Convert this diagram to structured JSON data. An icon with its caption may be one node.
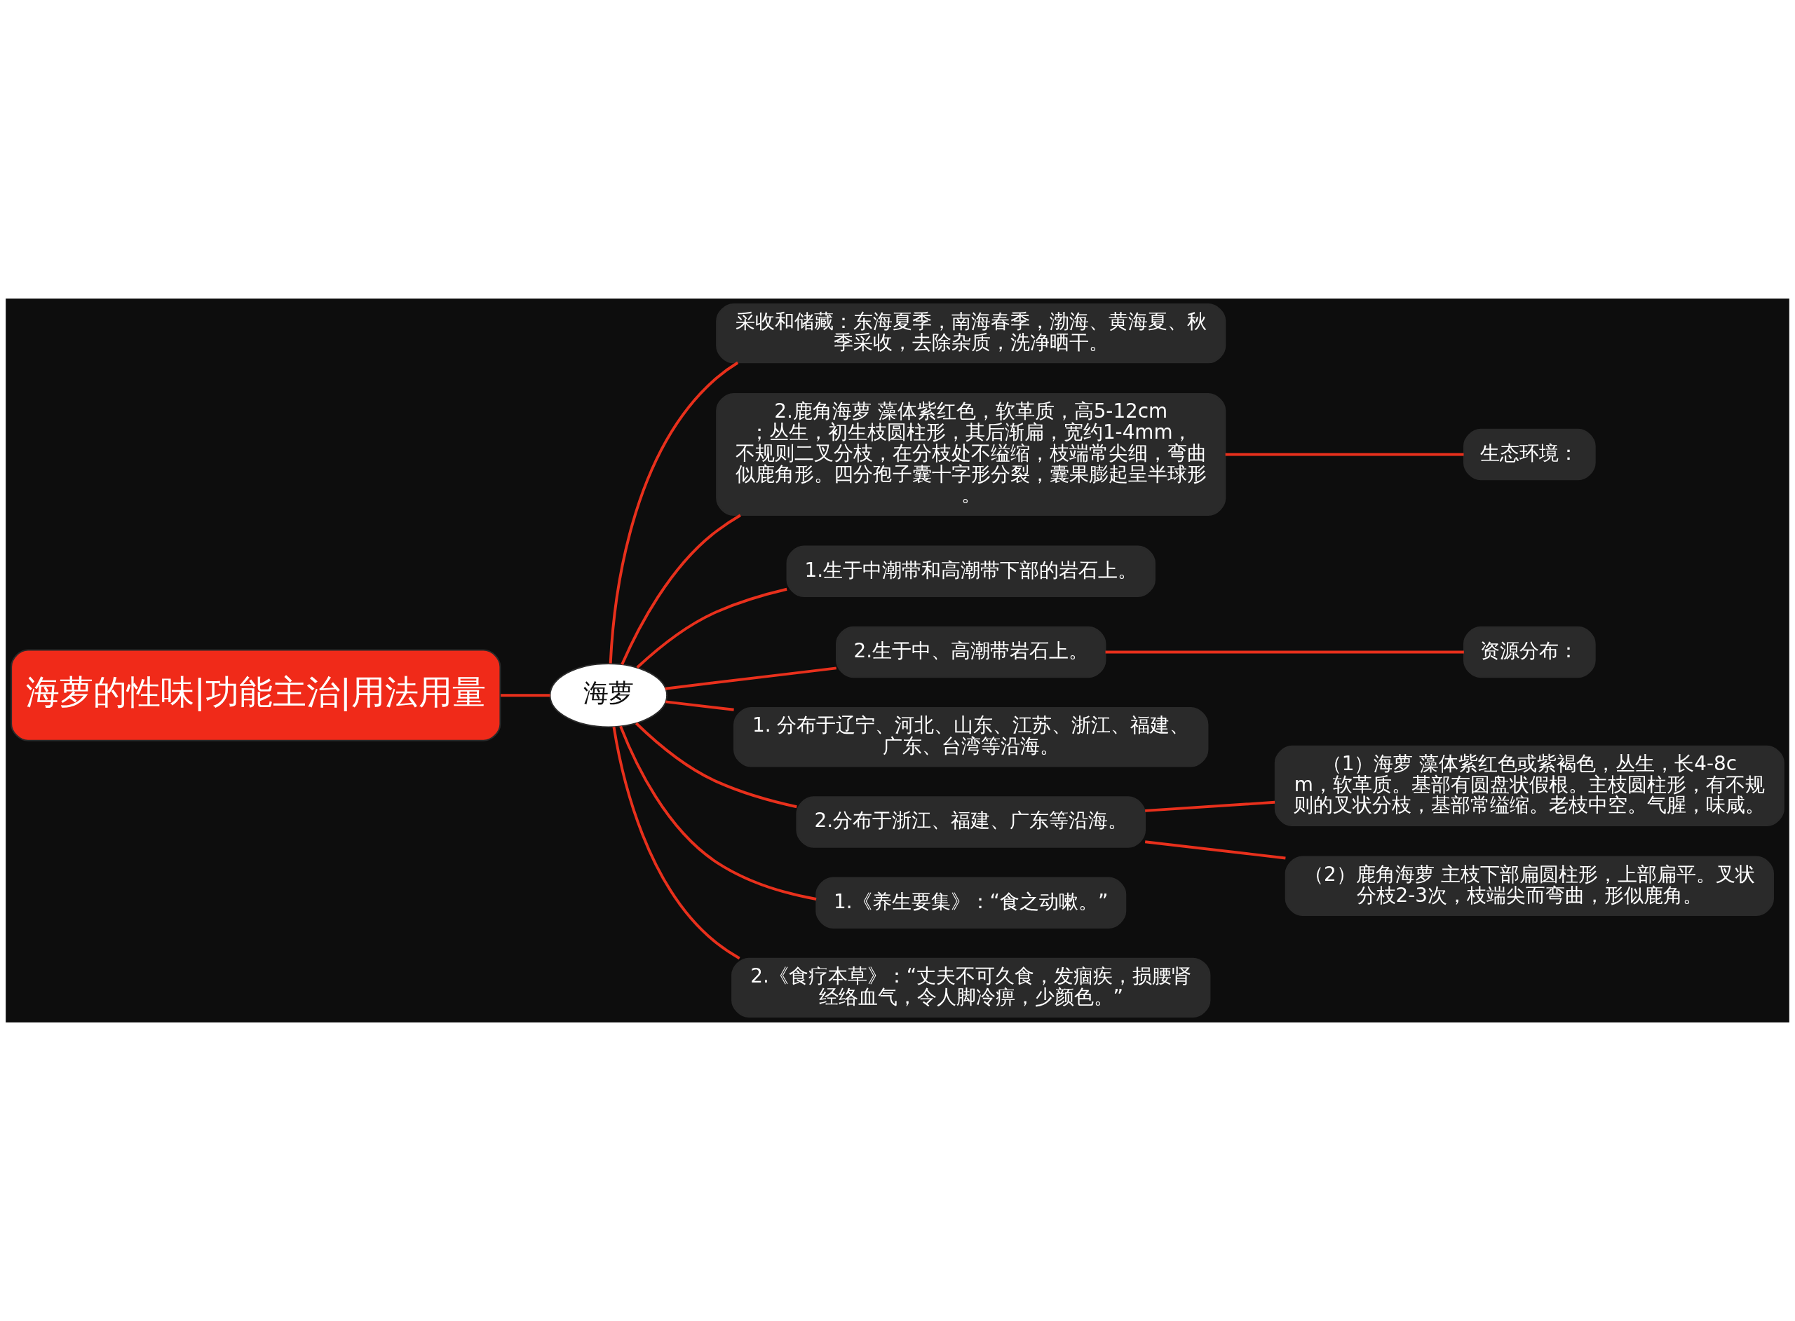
{
  "diagram": {
    "nodes": [
      {
        "text": [
          "海萝的性味|功能主治|用法用量"
        ]
      },
      {
        "text": [
          "海萝"
        ]
      },
      {
        "text": [
          "采收和储藏：东海夏季，南海春季，渤海、黄海夏、秋季采收，去除杂质，洗净晒干。"
        ]
      },
      {
        "text": [
          "2.鹿角海萝 藻体紫红色，软革质，高5-12cm；丛生，初生枝圆柱形，其后渐扁，宽约1-4mm，不规则二叉分枝，在分枝处不缢缩，枝端常尖细，弯曲似鹿角形。四分孢子囊十字形分裂，囊果膨起呈半球形。"
        ]
      },
      {
        "text": [
          "生态环境："
        ]
      },
      {
        "text": [
          "1.生于中潮带和高潮带下部的岩石上。"
        ]
      },
      {
        "text": [
          "2.生于中、高潮带岩石上。"
        ]
      },
      {
        "text": [
          "资源分布："
        ]
      },
      {
        "text": [
          "1. 分布于辽宁、河北、山东、江苏、浙江、福建、广东、台湾等沿海。"
        ]
      },
      {
        "text": [
          "2.分布于浙江、福建、广东等沿海。"
        ]
      },
      {
        "text": [
          "（1）海萝 藻体紫红色或紫褐色，丛生，长4-8cm，软革质。基部有圆盘状假根。主枝圆柱形，有不规则的叉状分枝，基部常缢缩。老枝中空。气腥，味咸。"
        ]
      },
      {
        "text": [
          "（2）鹿角海萝 主枝下部扁圆柱形，上部扁平。叉状分枝2-3次，枝端尖而弯曲，形似鹿角。"
        ]
      },
      {
        "text": [
          "1.《养生要集》：“食之动嗽。”"
        ]
      },
      {
        "text": [
          "2.《食疗本草》：“丈夫不可久食，发痼疾，损腰肾经络血气，令人脚冷痹，少颜色。”"
        ]
      }
    ],
    "edges": [
      {
        "from": 0,
        "to": 1,
        "arrow": "none"
      },
      {
        "from": 1,
        "to": 2,
        "arrow": "none"
      },
      {
        "from": 1,
        "to": 3,
        "arrow": "none"
      },
      {
        "from": 3,
        "to": 4,
        "arrow": "none"
      },
      {
        "from": 1,
        "to": 5,
        "arrow": "none"
      },
      {
        "from": 1,
        "to": 6,
        "arrow": "none"
      },
      {
        "from": 6,
        "to": 7,
        "arrow": "none"
      },
      {
        "from": 1,
        "to": 8,
        "arrow": "none"
      },
      {
        "from": 1,
        "to": 9,
        "arrow": "none"
      },
      {
        "from": 9,
        "to": 10,
        "arrow": "none"
      },
      {
        "from": 9,
        "to": 11,
        "arrow": "none"
      },
      {
        "from": 1,
        "to": 12,
        "arrow": "none"
      },
      {
        "from": 1,
        "to": 13,
        "arrow": "none"
      }
    ]
  }
}
